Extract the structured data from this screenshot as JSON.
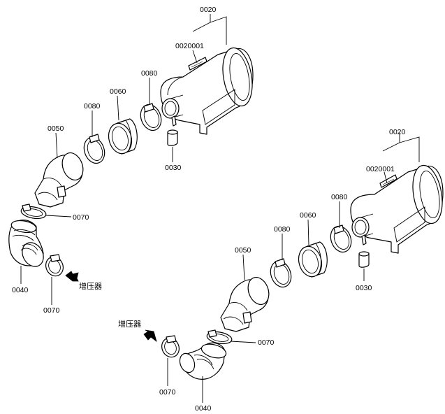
{
  "labels": {
    "filter_top": "0020",
    "filter_sub_top": "0020001",
    "clamp_80_top_right": "0080",
    "hose_60_top": "0060",
    "clamp_80_top_left": "0080",
    "drain_30_top": "0030",
    "elbow_50_top": "0050",
    "clamp_70_top_upper": "0070",
    "hose_40_top": "0040",
    "clamp_70_top_lower": "0070",
    "turbo_top": "增压器",
    "filter_bottom": "0020",
    "filter_sub_bottom": "0020001",
    "clamp_80_bottom_right": "0080",
    "hose_60_bottom": "0060",
    "clamp_80_bottom_left": "0080",
    "drain_30_bottom": "0030",
    "elbow_50_bottom": "0050",
    "clamp_70_bottom_upper": "0070",
    "turbo_bottom": "增压器",
    "clamp_70_bottom_lower": "0070",
    "hose_40_bottom": "0040"
  }
}
